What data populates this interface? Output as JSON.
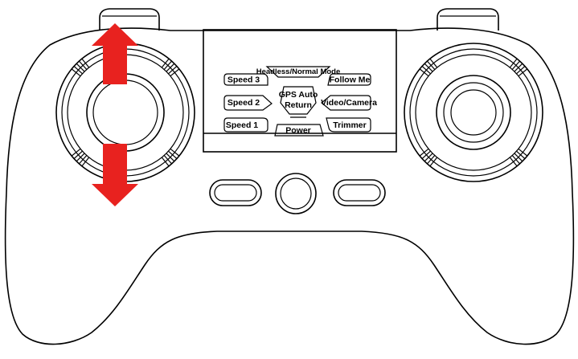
{
  "diagram": {
    "buttons": {
      "speed_3": "Speed 3",
      "speed_2": "Speed 2",
      "speed_1": "Speed 1",
      "headless_normal_mode": "Headless/Normal Mode",
      "gps_auto_return_line1": "GPS Auto",
      "gps_auto_return_line2": "Return",
      "follow_me": "Follow Me",
      "video_camera": "Video/Camera",
      "power": "Power",
      "trimmer": "Trimmer"
    },
    "arrow_color": "#e8221f",
    "arrow_direction": "up-down",
    "arrow_target": "left-stick"
  }
}
